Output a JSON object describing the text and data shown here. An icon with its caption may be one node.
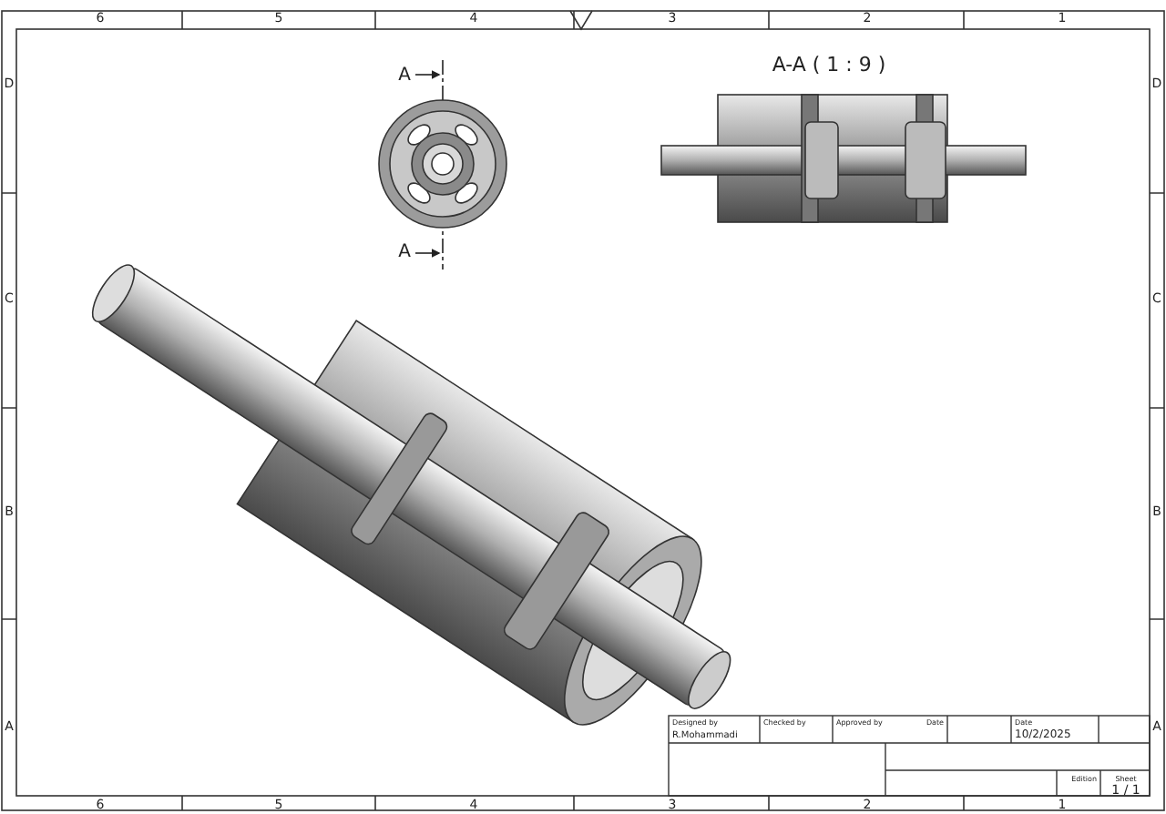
{
  "diagram": {
    "labels": [
      "6",
      "5",
      "4",
      "3",
      "2",
      "1",
      "D",
      "A",
      "A-A ( 1 : 9 )",
      "D",
      "A",
      "C",
      "C",
      "B",
      "B",
      "Designed by",
      "Checked by",
      "Approved by",
      "Date",
      "Date",
      "R.Mohammadi",
      "10/2/2025",
      "Edition",
      "Sheet",
      "1 / 1",
      "A",
      "A",
      "6",
      "5",
      "4",
      "3",
      "2",
      "1"
    ]
  }
}
